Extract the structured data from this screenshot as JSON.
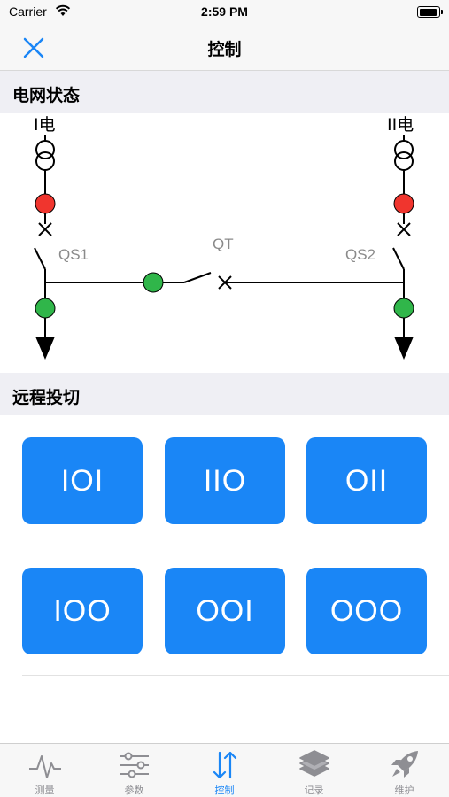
{
  "status_bar": {
    "carrier": "Carrier",
    "time": "2:59 PM"
  },
  "nav": {
    "title": "控制"
  },
  "sections": {
    "grid_status": "电网状态",
    "remote_switch": "远程投切"
  },
  "diagram": {
    "source_left": "I电",
    "source_right": "II电",
    "switch_left": "QS1",
    "switch_middle": "QT",
    "switch_right": "QS2",
    "colors": {
      "closed_red": "#f0352e",
      "open_green": "#30b64a",
      "line": "#000000"
    }
  },
  "buttons": [
    "IOI",
    "IIO",
    "OII",
    "IOO",
    "OOI",
    "OOO"
  ],
  "tabs": [
    {
      "label": "测量",
      "icon": "waveform-icon"
    },
    {
      "label": "参数",
      "icon": "sliders-icon"
    },
    {
      "label": "控制",
      "icon": "swap-arrows-icon",
      "active": true
    },
    {
      "label": "记录",
      "icon": "layers-icon"
    },
    {
      "label": "维护",
      "icon": "rocket-icon"
    }
  ],
  "colors": {
    "accent": "#1a86f6",
    "tab_inactive": "#8e8e93",
    "section_bg": "#efeff4"
  }
}
